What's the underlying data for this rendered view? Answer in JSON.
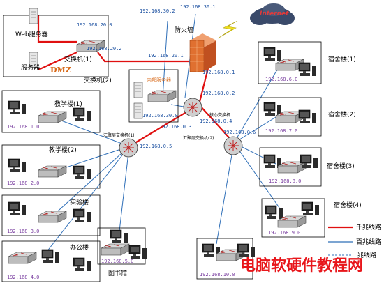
{
  "labels": {
    "web_server": "Web服务器",
    "server": "服务器",
    "switch_dmz": "交换机(1)",
    "dmz": "DMZ",
    "switch_2": "交换机(2)",
    "firewall": "防火墙",
    "internet": "Internet",
    "internal_server": "内部服务器",
    "core_switch": "核心交换机",
    "agg_switch_1": "汇聚层交换机(1)",
    "agg_switch_2": "汇聚层交换机(2)",
    "teach1": "教学楼(1)",
    "teach2": "教学楼(2)",
    "lab": "实验楼",
    "office": "办公楼",
    "library": "图书馆",
    "dorm1": "宿舍楼(1)",
    "dorm2": "宿舍楼(2)",
    "dorm3": "宿舍楼(3)",
    "dorm4": "宿舍楼(4)",
    "legend_gigabit": "千兆线路",
    "legend_100m": "百兆线路",
    "legend_10m": "兆线路",
    "watermark": "电脑软硬件教程网"
  },
  "ips": {
    "dmz_net": "192.168.20.0",
    "dmz_gw": "192.168.20.2",
    "fw_20_1": "192.168.20.1",
    "top_30_2": "192.168.30.2",
    "top_30_1": "192.168.30.1",
    "fw_0_1": "192.168.0.1",
    "core_0_2": "192.168.0.2",
    "internal_30_0": "192.168.30.0",
    "core_0_3": "192.168.0.3",
    "core_0_4": "192.168.0.4",
    "core_0_6": "192.168.0.6",
    "agg1_0_5": "192.168.0.5",
    "teach1": "192.168.1.0",
    "teach2": "192.168.2.0",
    "lab": "192.168.3.0",
    "office": "192.168.4.0",
    "library": "192.168.5.0",
    "dorm1": "192.168.6.0",
    "dorm2": "192.168.7.0",
    "dorm3": "192.168.8.0",
    "dorm4": "192.168.9.0",
    "dorm5": "192.168.10.0"
  },
  "colors": {
    "gigabit": "#e01010",
    "hundred": "#2f6fb8",
    "firewall": "#e07030",
    "watermark": "#e8161b"
  }
}
